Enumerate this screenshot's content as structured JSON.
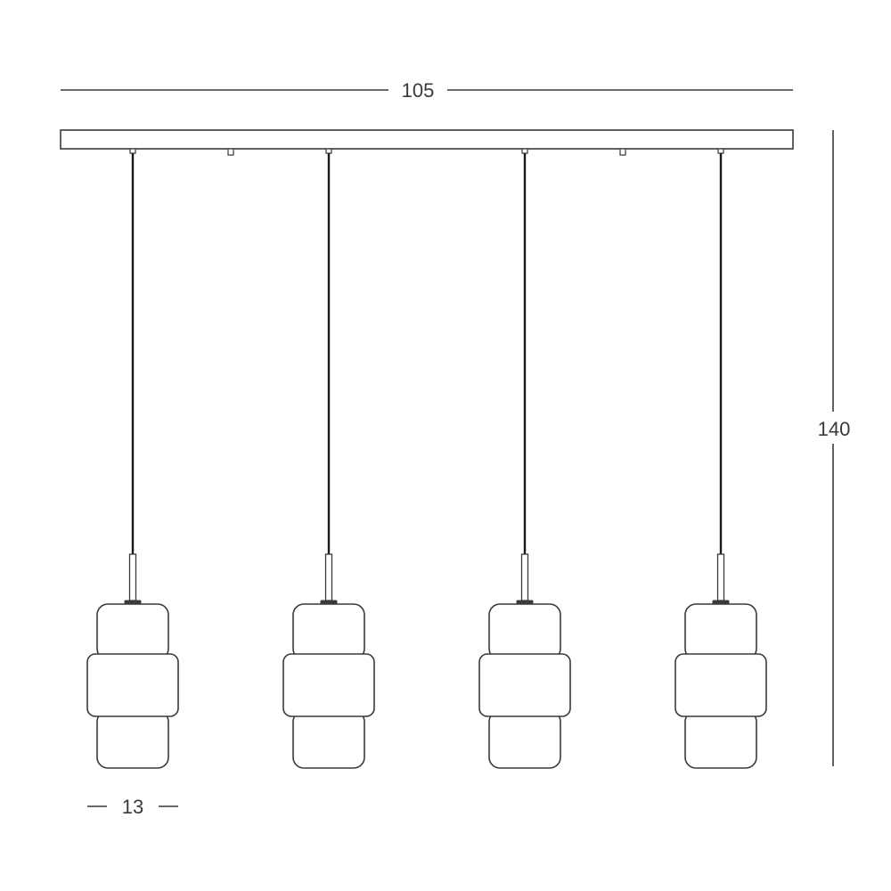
{
  "dimensions": {
    "width": "105",
    "height": "140",
    "shade_diameter": "13"
  },
  "pendant_count": 4,
  "colors": {
    "line": "#3a3a3a",
    "cable": "#1a1a1a",
    "dimension_line": "#3a3a3a"
  }
}
